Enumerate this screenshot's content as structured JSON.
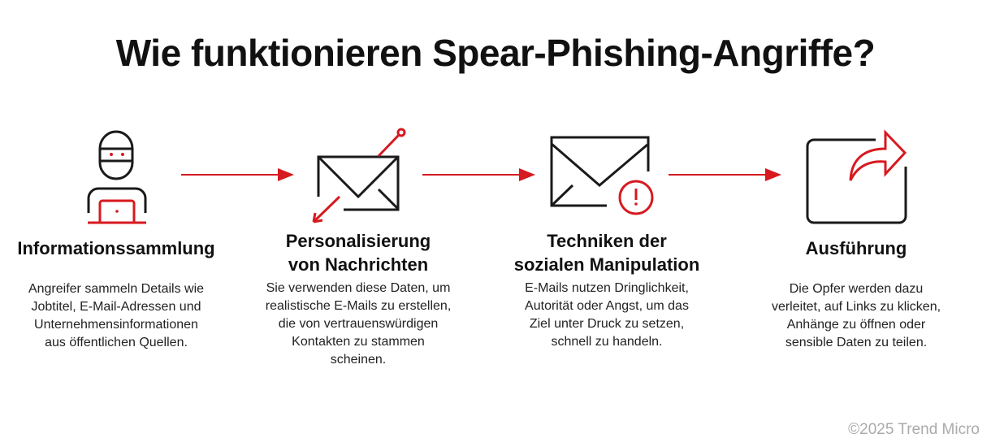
{
  "title": "Wie funktionieren Spear-Phishing-Angriffe?",
  "steps": [
    {
      "icon": "hacker-laptop-icon",
      "heading": [
        "Informationssammlung"
      ],
      "text": [
        "Angreifer sammeln Details wie",
        "Jobtitel, E-Mail-Adressen und",
        "Unternehmensinformationen",
        "aus öffentlichen Quellen."
      ]
    },
    {
      "icon": "envelope-hook-icon",
      "heading": [
        "Personalisierung",
        "von Nachrichten"
      ],
      "text": [
        "Sie verwenden diese Daten, um",
        "realistische E-Mails zu erstellen,",
        "die von vertrauenswürdigen",
        "Kontakten zu stammen",
        "scheinen."
      ]
    },
    {
      "icon": "envelope-alert-icon",
      "heading": [
        "Techniken der",
        "sozialen Manipulation"
      ],
      "text": [
        "E-Mails nutzen Dringlichkeit,",
        "Autorität oder Angst, um das",
        "Ziel unter Druck zu setzen,",
        "schnell zu handeln."
      ]
    },
    {
      "icon": "share-arrow-icon",
      "heading": [
        "Ausführung"
      ],
      "text": [
        "Die Opfer werden dazu",
        "verleitet, auf Links zu klicken,",
        "Anhänge zu öffnen oder",
        "sensible Daten zu teilen."
      ]
    }
  ],
  "footer": "©2025 Trend Micro",
  "colors": {
    "accent": "#d71920",
    "ink": "#1a1a1a"
  }
}
